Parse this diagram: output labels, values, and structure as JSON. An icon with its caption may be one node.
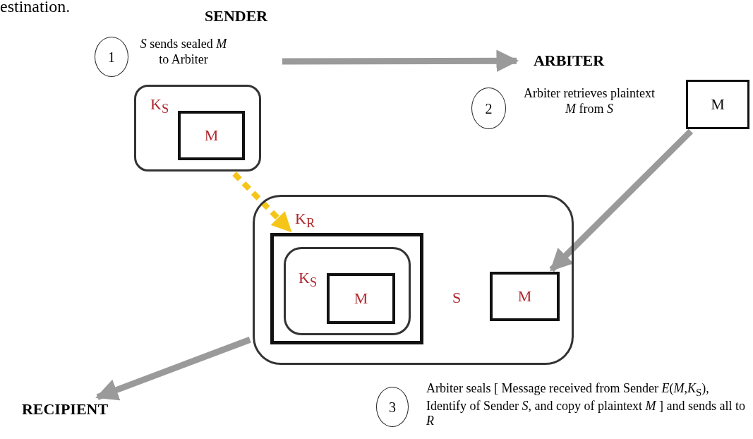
{
  "diagram": {
    "nodes": [
      {
        "text": [
          "K$_{S}$"
        ]
      },
      {
        "text": [
          "M"
        ],
        "in": 0
      },
      {
        "text": [
          "M"
        ]
      },
      {
        "text": [
          "S"
        ]
      },
      {
        "text": [
          "K$_{R}$"
        ],
        "in": 3
      },
      {
        "text": [
          "K$_{S}$"
        ],
        "in": 4
      },
      {
        "text": [
          "M"
        ],
        "in": 5
      },
      {
        "text": [
          "M"
        ],
        "in": 3
      },
      {
        "text": [
          "ARBITER"
        ]
      },
      {
        "text": [
          "RECIPIENT"
        ]
      },
      {
        "text": [
          "1"
        ],
        "beside": [
          "*S* sends sealed *M* to Arbiter"
        ]
      },
      {
        "text": [
          "2"
        ],
        "beside": [
          "Arbiter retrieves plaintext *M* from *S*"
        ]
      },
      {
        "text": [
          "3"
        ],
        "beside": [
          "Arbiter seals [ Message received from Sender *E*(*M*,*K*$_{S}$), Identify of Sender *S*, and copy of plaintext *M* ] and sends all to *R*"
        ]
      }
    ],
    "edges": [
      {
        "from": null,
        "to": 8,
        "arrow": "to"
      },
      {
        "from": 0,
        "to": 4,
        "arrow": "to",
        "style": "dashed",
        "color": "#f5c518"
      },
      {
        "from": 2,
        "to": 7,
        "arrow": "to"
      },
      {
        "from": 3,
        "to": 9,
        "arrow": "to"
      }
    ],
    "labels": [
      "estination.",
      "SENDER"
    ]
  }
}
